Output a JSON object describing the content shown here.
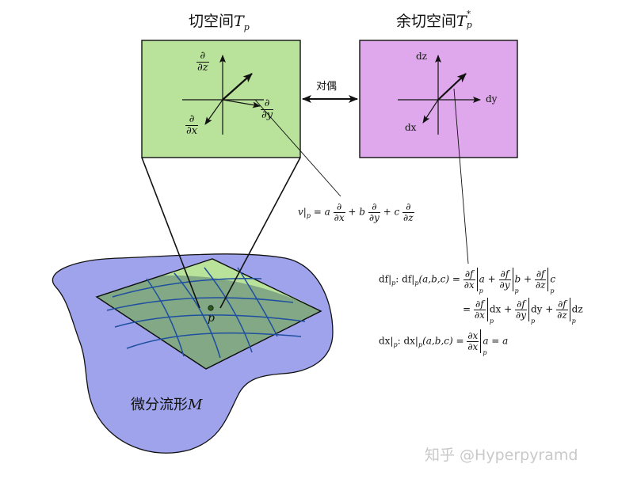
{
  "tangent_space": {
    "title_prefix": "切空间",
    "title_symbol": "T",
    "title_sub": "p",
    "fill": "#b9e39a",
    "axis_z": {
      "num": "∂",
      "den": "∂z"
    },
    "axis_x": {
      "num": "∂",
      "den": "∂x"
    },
    "axis_y": {
      "num": "∂",
      "den": "∂y"
    }
  },
  "cotangent_space": {
    "title_prefix": "余切空间",
    "title_symbol": "T",
    "title_sub": "p",
    "title_sup": "*",
    "fill": "#e0a8ec",
    "axis_z": "dz",
    "axis_x": "dx",
    "axis_y": "dy"
  },
  "duality_label": "对偶",
  "vector_formula": {
    "lhs": "v|",
    "lhs_sub": "p",
    "eq": " = a",
    "plus_b": " + b",
    "plus_c": " + c",
    "d_num": "∂",
    "dx": "∂x",
    "dy": "∂y",
    "dz": "∂z"
  },
  "covector_formula": {
    "line1_lhs": "df|",
    "line1_colon": ":  df|",
    "line1_args": "(a,b,c) = ",
    "df_num": "∂f",
    "dx": "∂x",
    "dy": "∂y",
    "dz": "∂z",
    "sub_p": "p",
    "a": "a + ",
    "b": "b + ",
    "c": "c",
    "eq2": "= ",
    "dx_term": "dx + ",
    "dy_term": "dy + ",
    "dz_term": "dz",
    "line3_lhs": "dx|",
    "line3_colon": ":  dx|",
    "line3_args": "(a,b,c) = ",
    "dxdx_num": "∂x",
    "line3_rhs": "a = a"
  },
  "point_label": "p",
  "manifold_label_prefix": "微分流形",
  "manifold_label_symbol": "M",
  "manifold_fill": "#9fa3ec",
  "watermark": "知乎 @Hyperpyramd"
}
